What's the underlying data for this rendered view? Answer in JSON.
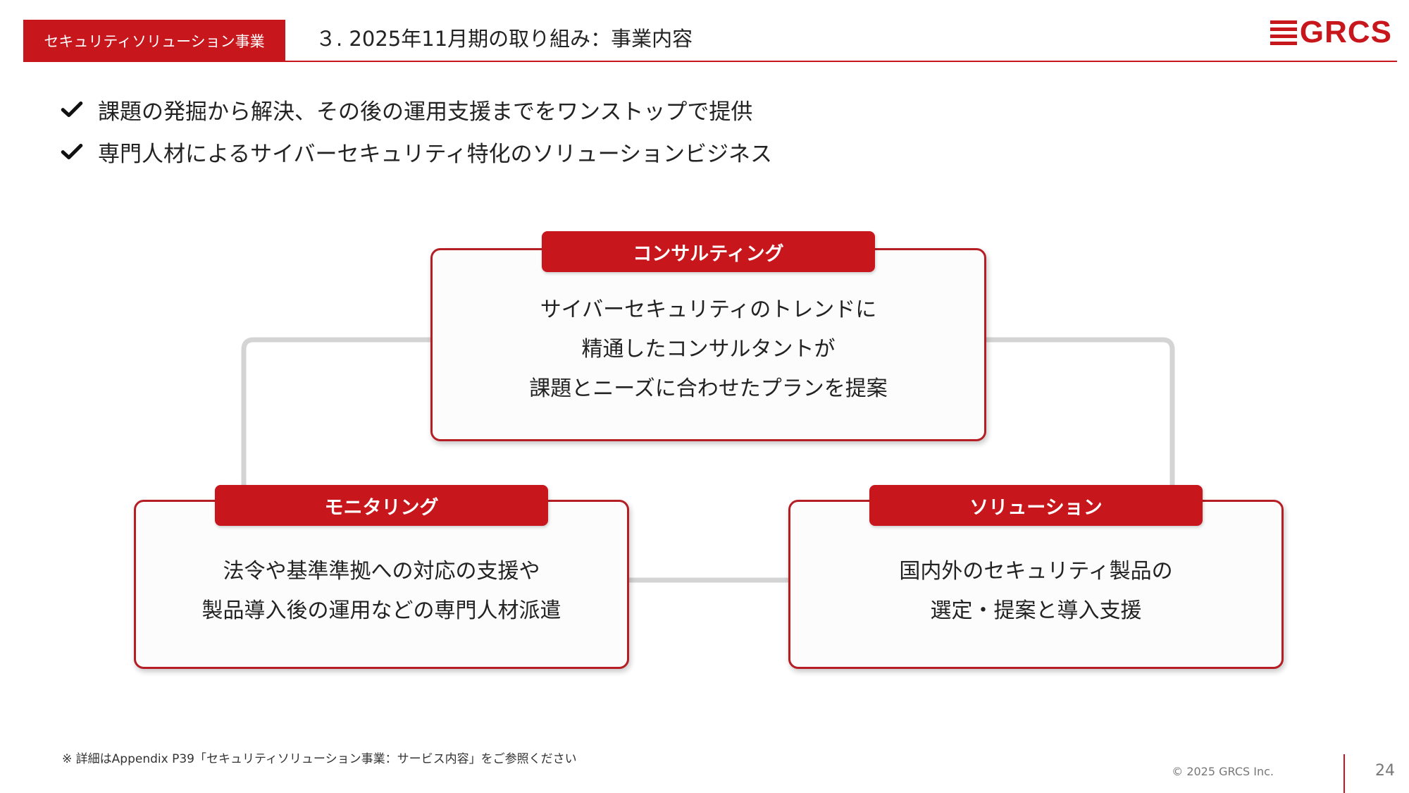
{
  "header": {
    "section_tag": "セキュリティソリューション事業",
    "title": "３. 2025年11月期の取り組み：事業内容",
    "logo_text": "GRCS"
  },
  "bullets": [
    {
      "icon": "check-icon",
      "text": "課題の発掘から解決、その後の運用支援までをワンストップで提供"
    },
    {
      "icon": "check-icon",
      "text": "専門人材によるサイバーセキュリティ特化のソリューションビジネス"
    }
  ],
  "diagram": {
    "consulting": {
      "label": "コンサルティング",
      "lines": [
        "サイバーセキュリティのトレンドに",
        "精通したコンサルタントが",
        "課題とニーズに合わせたプランを提案"
      ]
    },
    "monitoring": {
      "label": "モニタリング",
      "lines": [
        "法令や基準準拠への対応の支援や",
        "製品導入後の運用などの専門人材派遣"
      ]
    },
    "solution": {
      "label": "ソリューション",
      "lines": [
        "国内外のセキュリティ製品の",
        "選定・提案と導入支援"
      ]
    }
  },
  "footer": {
    "note": "※ 詳細はAppendix P39「セキュリティソリューション事業：サービス内容」をご参照ください",
    "copyright": "© 2025 GRCS Inc.",
    "page_number": "24"
  },
  "colors": {
    "accent": "#c8161d",
    "connector": "#d4d4d4"
  }
}
